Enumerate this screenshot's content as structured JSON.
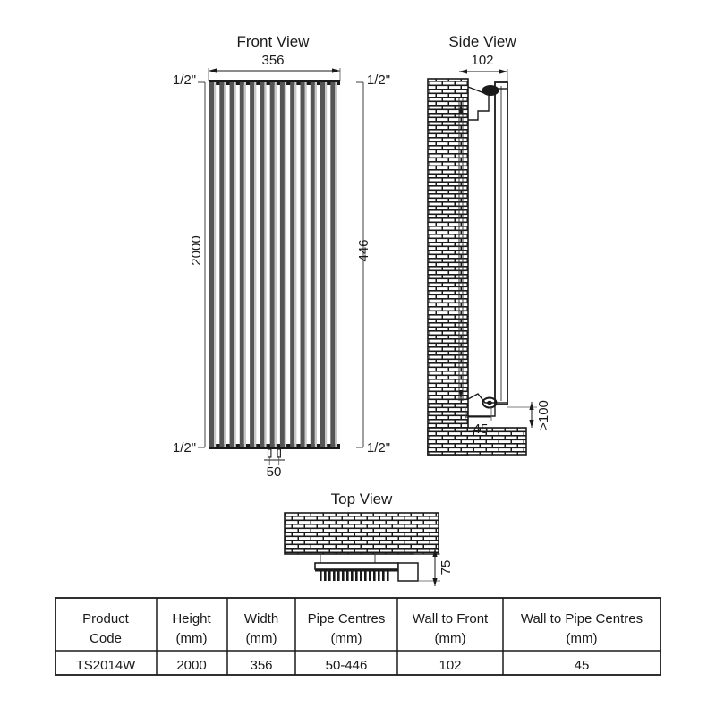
{
  "document": {
    "type": "technical-drawing",
    "subject": "vertical-radiator"
  },
  "views": {
    "front": {
      "title": "Front View",
      "width_dim": "356",
      "height_dim": "2000",
      "pipe_centres_dim": "446",
      "bottom_pipe_dim": "50",
      "connection_top_left": "1/2\"",
      "connection_top_right": "1/2\"",
      "connection_bottom_left": "1/2\"",
      "connection_bottom_right": "1/2\"",
      "fin_count": 13
    },
    "side": {
      "title": "Side View",
      "depth_dim": "102",
      "wall_to_pipe_dim": "45",
      "floor_clearance_dim": ">100"
    },
    "top": {
      "title": "Top View",
      "wall_to_radiator_dim": "75"
    }
  },
  "table": {
    "headers": [
      {
        "line1": "Product",
        "line2": "Code"
      },
      {
        "line1": "Height",
        "line2": "(mm)"
      },
      {
        "line1": "Width",
        "line2": "(mm)"
      },
      {
        "line1": "Pipe Centres",
        "line2": "(mm)"
      },
      {
        "line1": "Wall to Front",
        "line2": "(mm)"
      },
      {
        "line1": "Wall to Pipe Centres",
        "line2": "(mm)"
      }
    ],
    "rows": [
      {
        "product_code": "TS2014W",
        "height": "2000",
        "width": "356",
        "pipe_centres": "50-446",
        "wall_to_front": "102",
        "wall_to_pipe_centres": "45"
      }
    ]
  },
  "colors": {
    "line": "#1a1a1a",
    "fin_dark": "#555555",
    "fin_light": "#bfbfbf",
    "background": "#ffffff"
  }
}
